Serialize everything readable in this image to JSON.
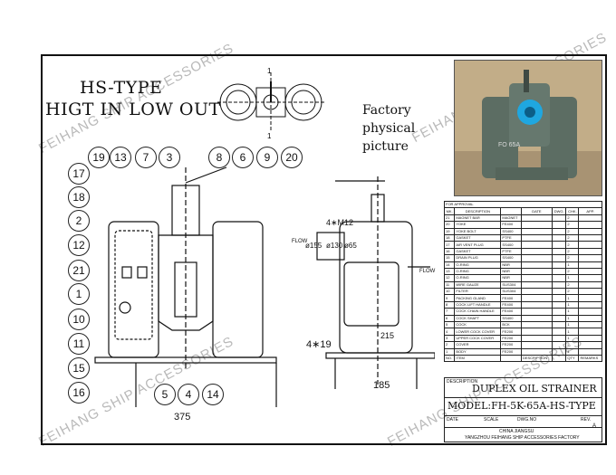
{
  "header": {
    "title_line1": "HS-TYPE",
    "title_line2": "HIGT IN LOW OUT",
    "factory_line1": "Factory",
    "factory_line2": "physical",
    "factory_line3": "picture"
  },
  "top_view": {
    "label_top": "1",
    "label_bottom": "1"
  },
  "balloons": [
    "19",
    "13",
    "7",
    "3",
    "8",
    "6",
    "9",
    "20",
    "17",
    "18",
    "2",
    "12",
    "21",
    "1",
    "10",
    "11",
    "15",
    "16",
    "5",
    "4",
    "14"
  ],
  "dimensions": {
    "overall_width": "375",
    "bolt_pattern": "4∗M12",
    "dia_outer": "ø155",
    "dia_bolt": "ø130",
    "dia_inner": "ø65",
    "base_holes": "4∗19",
    "base_width": "215",
    "foot_width": "185",
    "flow_in": "FLOW",
    "flow_out": "FLOW"
  },
  "parts_table": {
    "approval": "FOR APPROVAL",
    "head": [
      "MK.",
      "DESCRIPTION",
      "",
      "DATE",
      "DWG.",
      "CHK.",
      "APP."
    ],
    "rows": [
      [
        "21",
        "MAGNET BAR",
        "MAGNET",
        "",
        "",
        "2",
        ""
      ],
      [
        "20",
        "YOKE",
        "FE400",
        "",
        "",
        "2",
        ""
      ],
      [
        "19",
        "YOKE BOLT",
        "SS400",
        "",
        "",
        "2",
        ""
      ],
      [
        "18",
        "GASKET",
        "PTFE",
        "",
        "",
        "2",
        ""
      ],
      [
        "17",
        "AIR VENT PLUG",
        "SS400",
        "",
        "",
        "2",
        ""
      ],
      [
        "16",
        "GASKET",
        "PTFE",
        "",
        "",
        "2",
        ""
      ],
      [
        "15",
        "DRAIN PLUG",
        "SS400",
        "",
        "",
        "2",
        ""
      ],
      [
        "14",
        "O-RING",
        "NBR",
        "",
        "",
        "1",
        ""
      ],
      [
        "13",
        "O-RING",
        "NBR",
        "",
        "",
        "2",
        ""
      ],
      [
        "12",
        "O-RING",
        "NBR",
        "",
        "",
        "1",
        ""
      ],
      [
        "11",
        "WIRE GAUZE",
        "SUS304",
        "",
        "",
        "2",
        ""
      ],
      [
        "10",
        "FILTER",
        "SUS304",
        "",
        "",
        "2",
        ""
      ],
      [
        "9",
        "PACKING GLAND",
        "FE400",
        "",
        "",
        "1",
        ""
      ],
      [
        "8",
        "COCK LIFT HANDLE",
        "FE400",
        "",
        "",
        "1",
        ""
      ],
      [
        "7",
        "COCK CHAIN HANDLE",
        "FE400",
        "",
        "",
        "1",
        ""
      ],
      [
        "6",
        "COCK SHAFT",
        "SS400",
        "",
        "",
        "1",
        ""
      ],
      [
        "5",
        "COCK",
        "BCK",
        "",
        "",
        "1",
        ""
      ],
      [
        "4",
        "LOWER COCK COVER",
        "FE200",
        "",
        "",
        "1",
        ""
      ],
      [
        "3",
        "UPPER COCK COVER",
        "FE200",
        "",
        "",
        "1",
        ""
      ],
      [
        "2",
        "COVER",
        "FE200",
        "",
        "",
        "2",
        ""
      ],
      [
        "1",
        "BODY",
        "FE200",
        "",
        "",
        "1",
        ""
      ]
    ],
    "foot": [
      "NO.",
      "ITEM",
      "",
      "DESCRIPTION",
      "",
      "QTY",
      "REMARKS"
    ]
  },
  "title_block": {
    "description_label": "DESCRIPTION",
    "description": "DUPLEX OIL STRAINER",
    "model": "MODEL:FH-5K-65A-HS-TYPE",
    "date_label": "DATE",
    "scale_label": "SCALE",
    "dwg_label": "DWG.NO",
    "rev_label": "REV.",
    "rev_value": "A",
    "location": "CHINA      JIANGSU",
    "company": "YANGZHOU  FEIHANG  SHIP  ACCESSORIES  FACTORY"
  },
  "photo": {
    "plate_text": "FO 65A"
  },
  "watermarks": [
    "FEIHANG SHIP ACCESSORIES",
    "FEIHANG SHIP ACCESSORIES",
    "FEIHANG SHIP ACCESSORIES",
    "FEIHANG SHIP ACCESSORIES"
  ]
}
